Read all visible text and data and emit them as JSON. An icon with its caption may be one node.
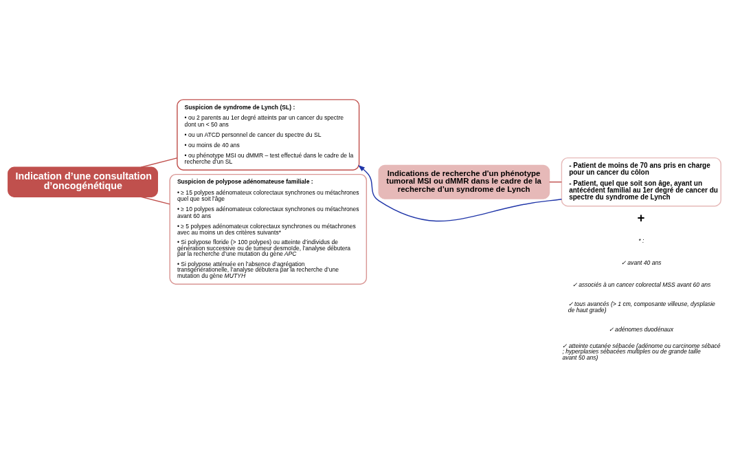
{
  "diagram": {
    "nodes": [
      {
        "text": [
          "Indication d’une consultation d’oncogénétique"
        ]
      },
      {
        "text": [
          "Suspicion de syndrome de Lynch (SL) :",
          "• ou 2 parents au 1er degré atteints par un cancer du spectre dont un < 50 ans",
          "• ou un ATCD personnel de cancer du spectre du SL",
          "• ou moins de 40 ans",
          "• ou phénotype MSI ou dMMR – test effectué dans le cadre de la recherche d’un SL"
        ]
      },
      {
        "text": [
          "Suspicion de polypose adénomateuse familiale :",
          "• ≥ 15 polypes adénomateux colorectaux synchrones ou métachrones quel que soit l’âge",
          "• ≥ 10 polypes adénomateux colorectaux synchrones ou métachrones avant 60 ans",
          "• ≥ 5 polypes adénomateux colorectaux synchrones ou métachrones avec au moins un des critères suivants*",
          "• Si polypose floride (> 100 polypes) ou atteinte d’individus de génération successive ou de tumeur desmoïde, l’analyse débutera par la recherche d’une mutation du gène *APC*",
          "• Si polypose atténuée en l’absence d’agrégation transgénérationelle, l’analyse débutera par la recherche d’une mutation du gène *MUTYH*"
        ]
      },
      {
        "text": [
          "Indications de recherche d'un phénotype tumoral MSI ou dMMR dans le cadre de la recherche d’un syndrome de Lynch"
        ]
      },
      {
        "text": [
          "- Patient de moins de 70 ans pris en charge pour un cancer du côlon",
          "- Patient, quel que soit son âge, ayant un antécédent familial au 1er degré de cancer du spectre du syndrome de Lynch"
        ]
      }
    ],
    "edges": [
      {
        "from": 0,
        "to": 1,
        "arrow": "none"
      },
      {
        "from": 0,
        "to": 2,
        "arrow": "none"
      },
      {
        "from": 3,
        "to": 4,
        "arrow": "none"
      },
      {
        "from": 4,
        "to": 1,
        "arrow": "to",
        "color": "#1f35a8"
      }
    ],
    "labels": [
      "+",
      "* :",
      "✓ avant 40 ans",
      "✓ associés à un cancer colorectal MSS avant 60 ans",
      "✓ tous avancés (> 1 cm, composante villeuse, dysplasie de haut grade)",
      "✓ adénomes duodénaux",
      "✓ atteinte cutanée sébacée (adénome ou carcinome sébacé ; hyperplasies sébacées multiples ou de grande taille avant 50 ans)"
    ]
  }
}
